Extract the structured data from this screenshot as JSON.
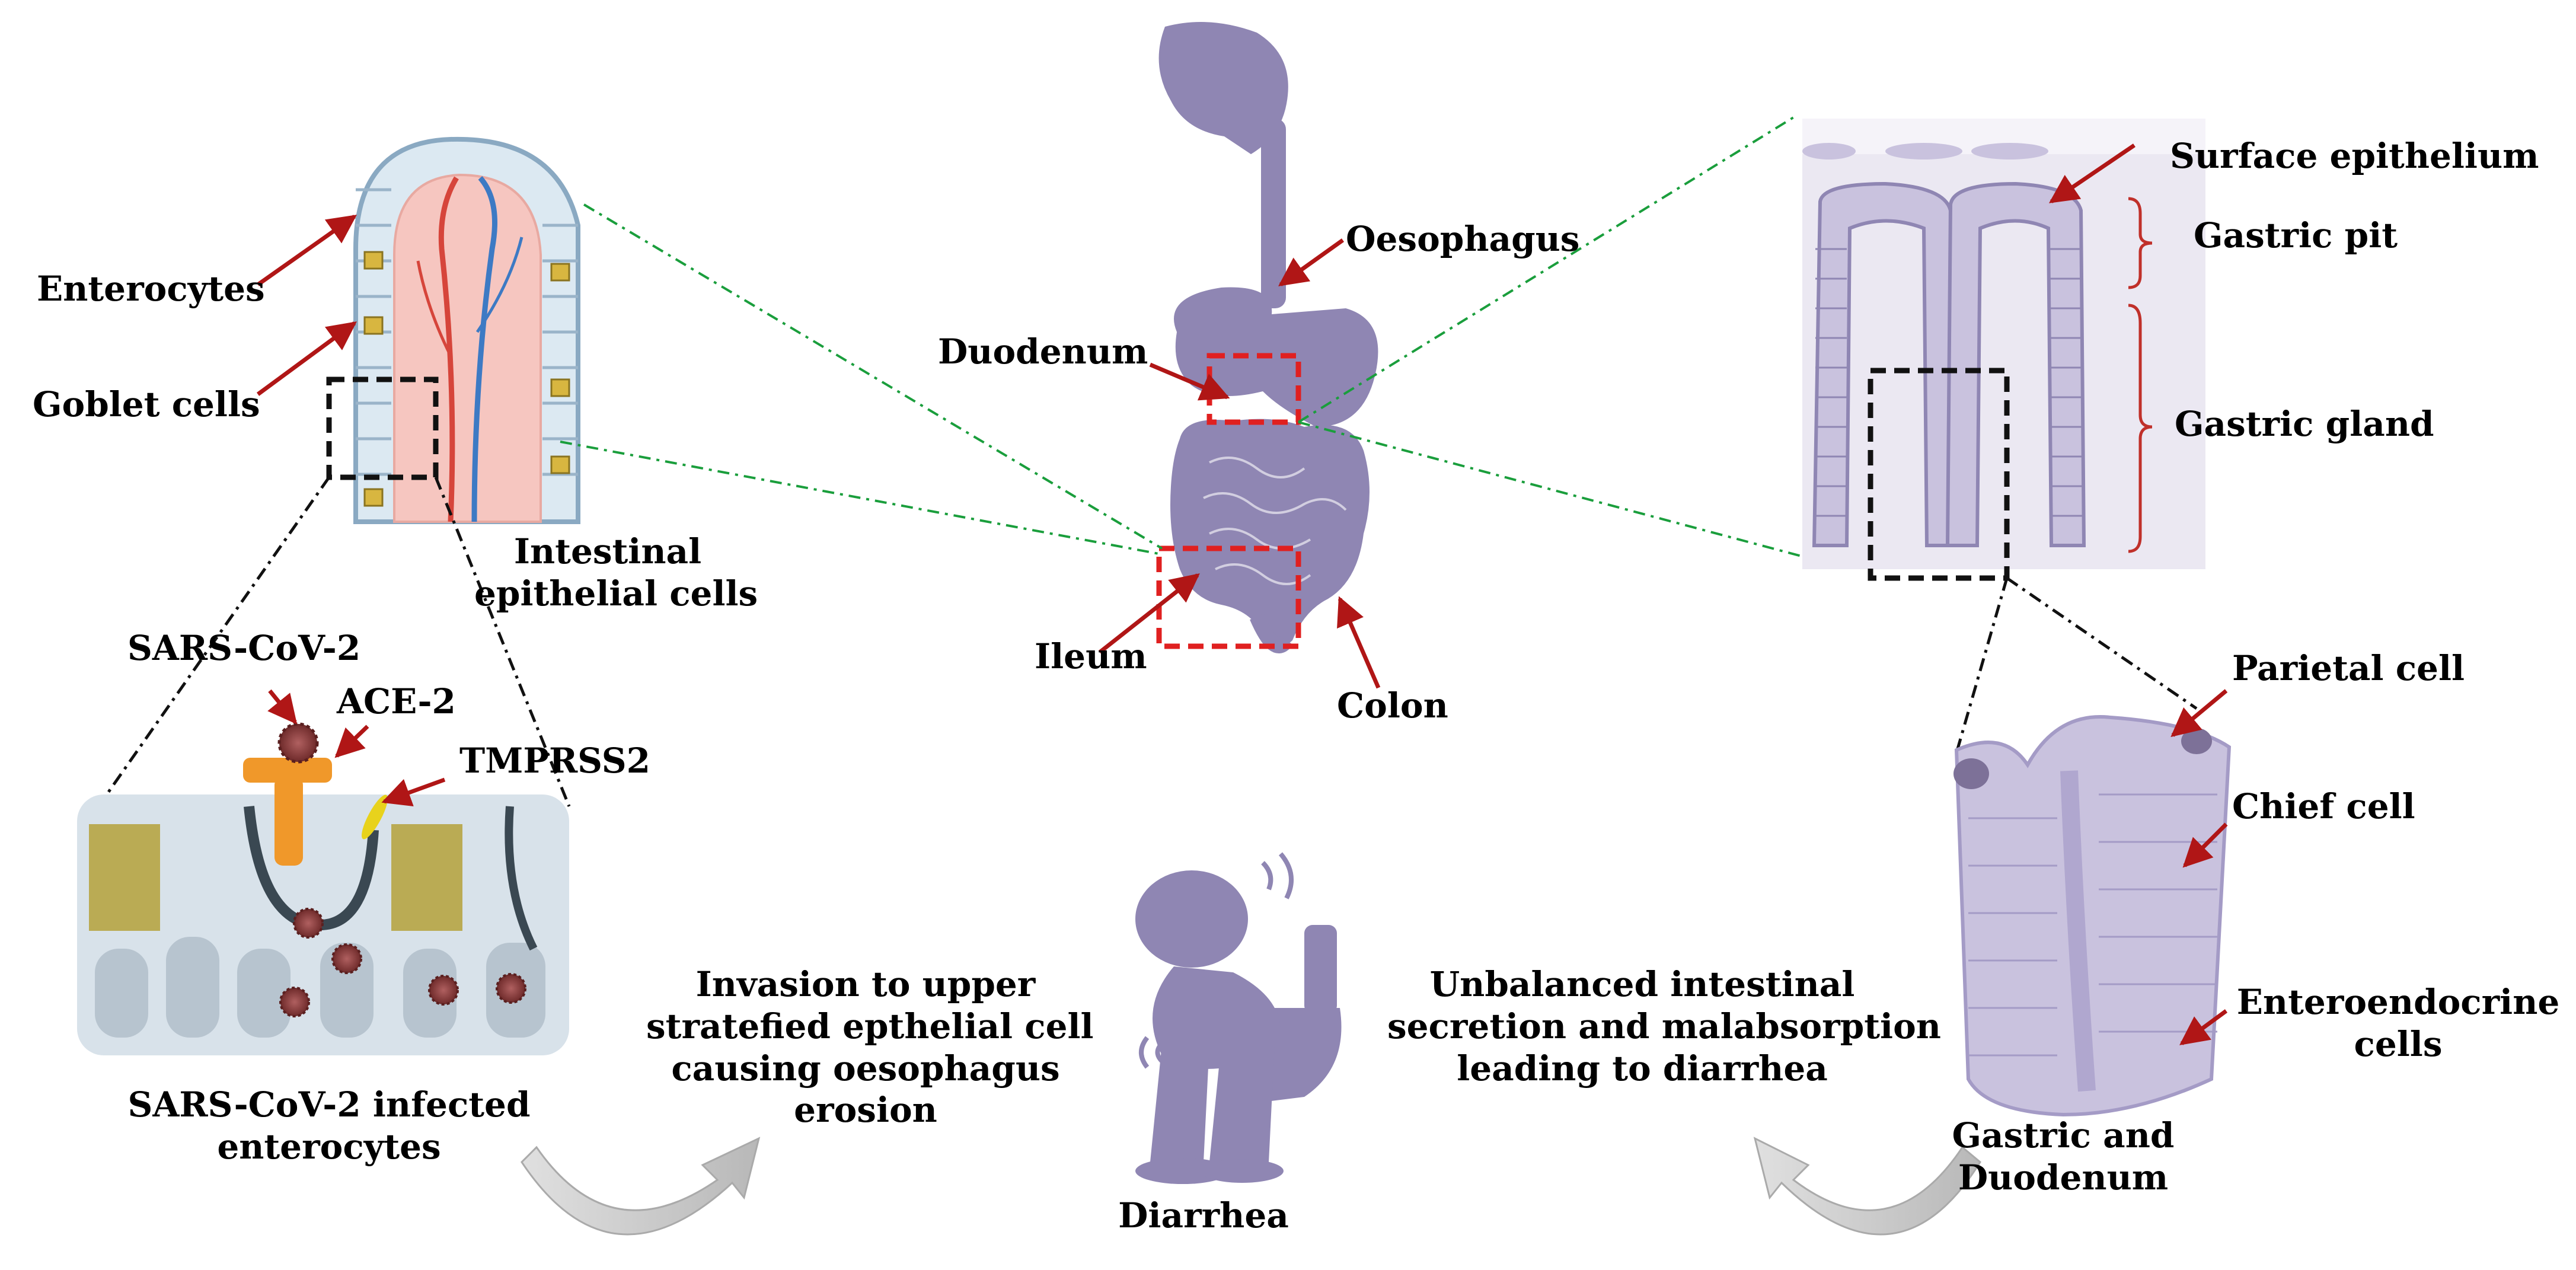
{
  "labels": {
    "enterocytes": "Enterocytes",
    "goblet_cells": "Goblet cells",
    "intestinal_epithelial_1": "Intestinal",
    "intestinal_epithelial_2": "epithelial cells",
    "sars_cov_2": "SARS-CoV-2",
    "ace2": "ACE-2",
    "tmprss2": "TMPRSS2",
    "infected_1": "SARS-CoV-2 infected",
    "infected_2": "enterocytes",
    "oesophagus": "Oesophagus",
    "duodenum": "Duodenum",
    "ileum": "Ileum",
    "colon": "Colon",
    "invasion_1": "Invasion to upper",
    "invasion_2": "stratefied epthelial cell",
    "invasion_3": "causing oesophagus",
    "invasion_4": "erosion",
    "diarrhea": "Diarrhea",
    "unbalanced_1": "Unbalanced intestinal",
    "unbalanced_2": "secretion  and malabsorption",
    "unbalanced_3": "leading to diarrhea",
    "surface_epithelium": "Surface epithelium",
    "gastric_pit": "Gastric pit",
    "gastric_gland": "Gastric gland",
    "parietal_cell": "Parietal cell",
    "chief_cell": "Chief cell",
    "enteroendocrine_1": "Enteroendocrine",
    "enteroendocrine_2": "cells",
    "gastric_duodenum_1": "Gastric and",
    "gastric_duodenum_2": "Duodenum"
  },
  "colors": {
    "arrow_red": "#b01616",
    "dash_red": "#e02020",
    "dash_black": "#111111",
    "connector_green": "#1a9e3c",
    "organ_purple": "#8f86b3",
    "tissue_lavender": "#c9c2de",
    "villus_pink": "#f6c6c0",
    "virus_brown": "#8a3b3b",
    "receptor_orange": "#f0982a",
    "tmprss2_yellow": "#e8d21c",
    "curved_arrow_grey": "#c8c8c8"
  }
}
